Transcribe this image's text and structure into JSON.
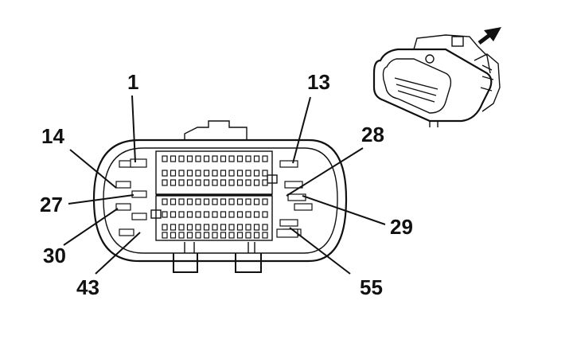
{
  "diagram": {
    "description_labels": [],
    "pin_labels": {
      "p1": "1",
      "p13": "13",
      "p14": "14",
      "p27": "27",
      "p28": "28",
      "p29": "29",
      "p30": "30",
      "p43": "43",
      "p55": "55"
    },
    "icons": {
      "arrow": "direction-arrow-icon",
      "connector_view": "connector-perspective-icon"
    },
    "colors": {
      "line": "#111111",
      "background": "#ffffff"
    }
  }
}
